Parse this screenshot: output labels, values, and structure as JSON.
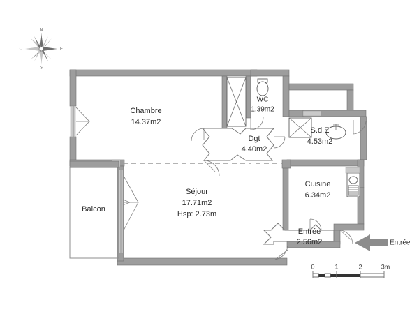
{
  "document": {
    "type": "architectural-floor-plan",
    "title": "Plan d'appartement"
  },
  "rooms": [
    {
      "key": "chambre",
      "name": "Chambre",
      "area": "14.37m2",
      "extra": ""
    },
    {
      "key": "wc",
      "name": "WC",
      "area": "1.39m2",
      "extra": ""
    },
    {
      "key": "dgt",
      "name": "Dgt",
      "area": "4.40m2",
      "extra": ""
    },
    {
      "key": "sde",
      "name": "S.d.E",
      "area": "4.53m2",
      "extra": ""
    },
    {
      "key": "sejour",
      "name": "Séjour",
      "area": "17.71m2",
      "extra": "Hsp: 2.73m"
    },
    {
      "key": "cuisine",
      "name": "Cuisine",
      "area": "6.34m2",
      "extra": ""
    },
    {
      "key": "entree",
      "name": "Entrée",
      "area": "2.56m2",
      "extra": ""
    },
    {
      "key": "balcon",
      "name": "Balcon",
      "area": "",
      "extra": ""
    }
  ],
  "entry_marker": {
    "label": "Entrée",
    "icon": "left-arrow-icon"
  },
  "compass": {
    "icon": "compass-rose-icon",
    "north": "N",
    "south": "S",
    "east": "E",
    "west": "O"
  },
  "scale_bar": {
    "ticks": [
      "0",
      "1",
      "2",
      "3m"
    ],
    "unit": "m"
  },
  "colors": {
    "wall": "#9d9d9d",
    "wall_outline": "#6f6f6f",
    "text": "#2b2b2b",
    "background": "#ffffff",
    "arrow": "#8c8c8c"
  }
}
